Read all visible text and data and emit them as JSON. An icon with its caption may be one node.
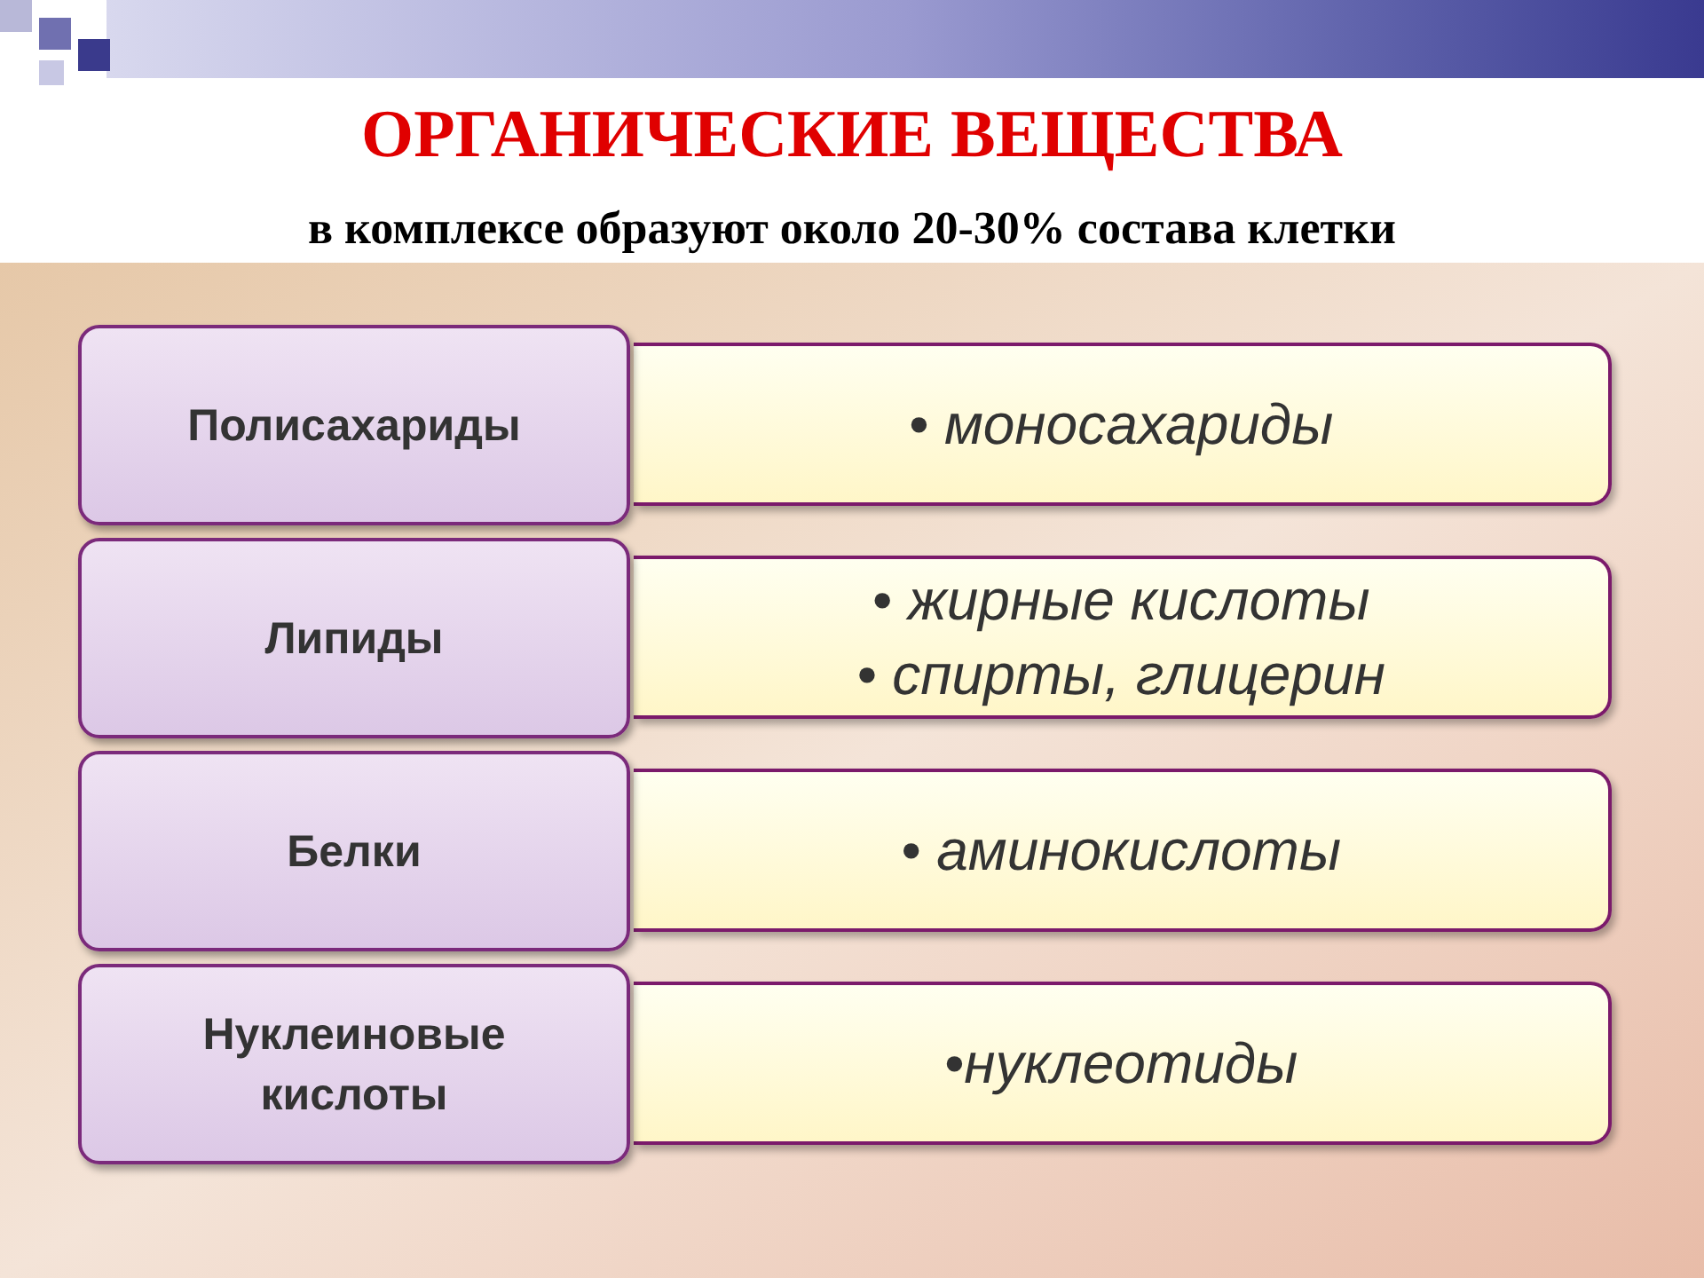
{
  "diagram": {
    "title": "ОРГАНИЧЕСКИЕ ВЕЩЕСТВА",
    "caption": "в комплексе образуют около 20-30% состава клетки",
    "nodes": [
      {
        "text": [
          "Полисахариды"
        ]
      },
      {
        "text": [
          "• моносахариды"
        ]
      },
      {
        "text": [
          "Липиды"
        ]
      },
      {
        "text": [
          "• жирные кислоты",
          "• спирты, глицерин"
        ]
      },
      {
        "text": [
          "Белки"
        ]
      },
      {
        "text": [
          "• аминокислоты"
        ]
      },
      {
        "text": [
          "Нуклеиновые кислоты"
        ]
      },
      {
        "text": [
          "•нуклеотиды"
        ]
      }
    ]
  }
}
